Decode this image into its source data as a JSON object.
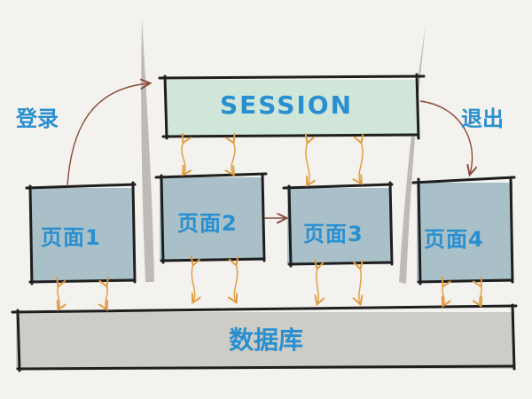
{
  "labels": {
    "login": "登录",
    "logout": "退出",
    "session": "SESSION",
    "page1": "页面1",
    "page2": "页面2",
    "page3": "页面3",
    "page4": "页面4",
    "database": "数据库"
  },
  "colors": {
    "text_blue": "#2a8fd0",
    "session_fill": "#cfe6d9",
    "page_fill": "#aac0c8",
    "db_fill": "#cdccc6",
    "outline": "#1e1e1e",
    "arrow_orange": "#e09a3c",
    "arrow_brown": "#8a4a3a",
    "pillar": "#bdbbb4"
  }
}
